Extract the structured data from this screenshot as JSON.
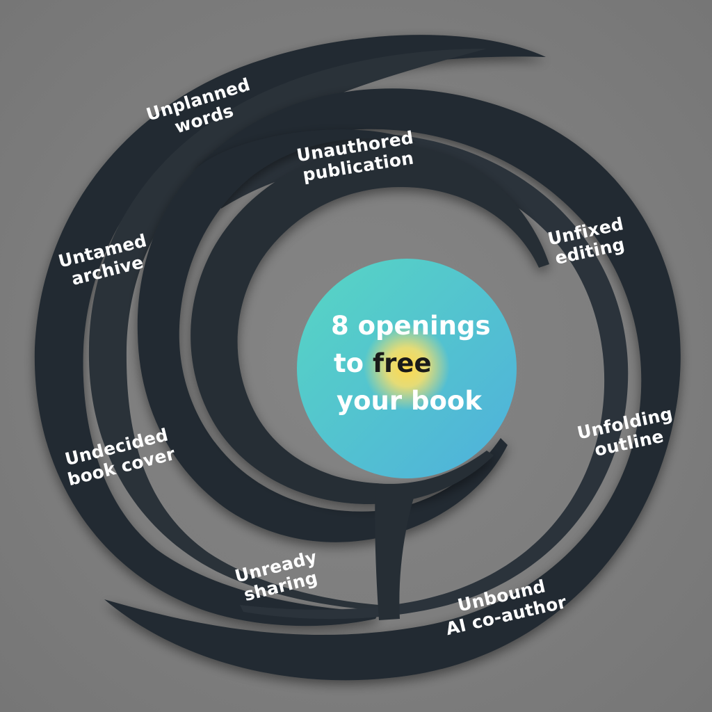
{
  "colors": {
    "background": "#7d7d7d",
    "band_outer": "#222a31",
    "band_inner": "#2b333b",
    "center_teal": "#4fd1c5",
    "center_blue": "#4fb3d9",
    "glow": "#ffd84a",
    "text": "#ffffff",
    "highlight_text": "#1a1a1a"
  },
  "center": {
    "line1": "8 openings",
    "line2_prefix": "to",
    "line2_highlight": "free",
    "line3": "your book"
  },
  "labels": [
    {
      "line1": "Unplanned",
      "line2": "words"
    },
    {
      "line1": "Unauthored",
      "line2": "publication"
    },
    {
      "line1": "Unfixed",
      "line2": "editing"
    },
    {
      "line1": "Unfolding",
      "line2": "outline"
    },
    {
      "line1": "Unbound",
      "line2": "AI co-author"
    },
    {
      "line1": "Unready",
      "line2": "sharing"
    },
    {
      "line1": "Undecided",
      "line2": "book cover"
    },
    {
      "line1": "Untamed",
      "line2": "archive"
    }
  ]
}
